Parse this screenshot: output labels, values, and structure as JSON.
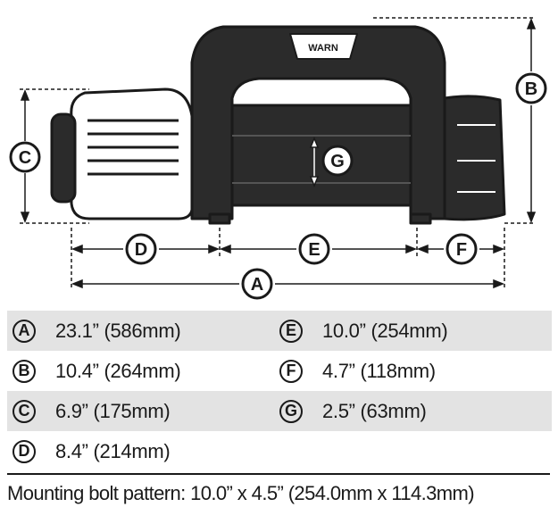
{
  "diagram": {
    "brand": "WARN",
    "dimensions": [
      {
        "letter": "A",
        "value": "23.1” (586mm)"
      },
      {
        "letter": "B",
        "value": "10.4” (264mm)"
      },
      {
        "letter": "C",
        "value": "6.9” (175mm)"
      },
      {
        "letter": "D",
        "value": "8.4” (214mm)"
      },
      {
        "letter": "E",
        "value": "10.0” (254mm)"
      },
      {
        "letter": "F",
        "value": "4.7” (118mm)"
      },
      {
        "letter": "G",
        "value": "2.5” (63mm)"
      }
    ]
  },
  "table": {
    "rows": [
      [
        {
          "letter": "A",
          "value": "23.1” (586mm)"
        },
        {
          "letter": "E",
          "value": "10.0” (254mm)"
        }
      ],
      [
        {
          "letter": "B",
          "value": "10.4” (264mm)"
        },
        {
          "letter": "F",
          "value": "4.7” (118mm)"
        }
      ],
      [
        {
          "letter": "C",
          "value": "6.9” (175mm)"
        },
        {
          "letter": "G",
          "value": "2.5” (63mm)"
        }
      ],
      [
        {
          "letter": "D",
          "value": "8.4” (214mm)"
        },
        null
      ]
    ]
  },
  "footnote": "Mounting bolt pattern: 10.0” x 4.5” (254.0mm x 114.3mm)",
  "colors": {
    "ink": "#1a1a1a",
    "row_shade": "#e3e3e3",
    "body_fill": "#2b2b2b"
  }
}
